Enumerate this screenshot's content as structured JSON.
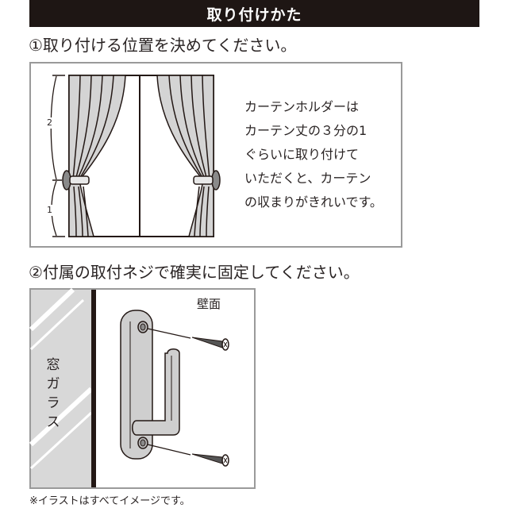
{
  "header": {
    "title": "取り付けかた",
    "background": "#1e1614",
    "text_color": "#ffffff"
  },
  "step1": {
    "heading": "①取り付ける位置を決めてください。",
    "illustration": {
      "subject": "curtain-tieback-position",
      "dimension_labels": {
        "upper": "2",
        "lower": "1"
      }
    },
    "description_lines": [
      "カーテンホルダーは",
      "カーテン丈の３分の1",
      "ぐらいに取り付けて",
      "いただくと、カーテン",
      "の収まりがきれいです。"
    ]
  },
  "step2": {
    "heading": "②付属の取付ネジで確実に固定してください。",
    "illustration": {
      "subject": "holder-screw-mounting",
      "wall_label": "壁面",
      "glass_label": [
        "窓",
        "ガ",
        "ラ",
        "ス"
      ]
    }
  },
  "footnote": "※イラストはすべてイメージです。",
  "colors": {
    "curtain_fill": "#d4d4d4",
    "line": "#231815",
    "box_border": "#9a9a9a",
    "glass": "#d8d8d8",
    "holder": "#cfcfcf"
  }
}
